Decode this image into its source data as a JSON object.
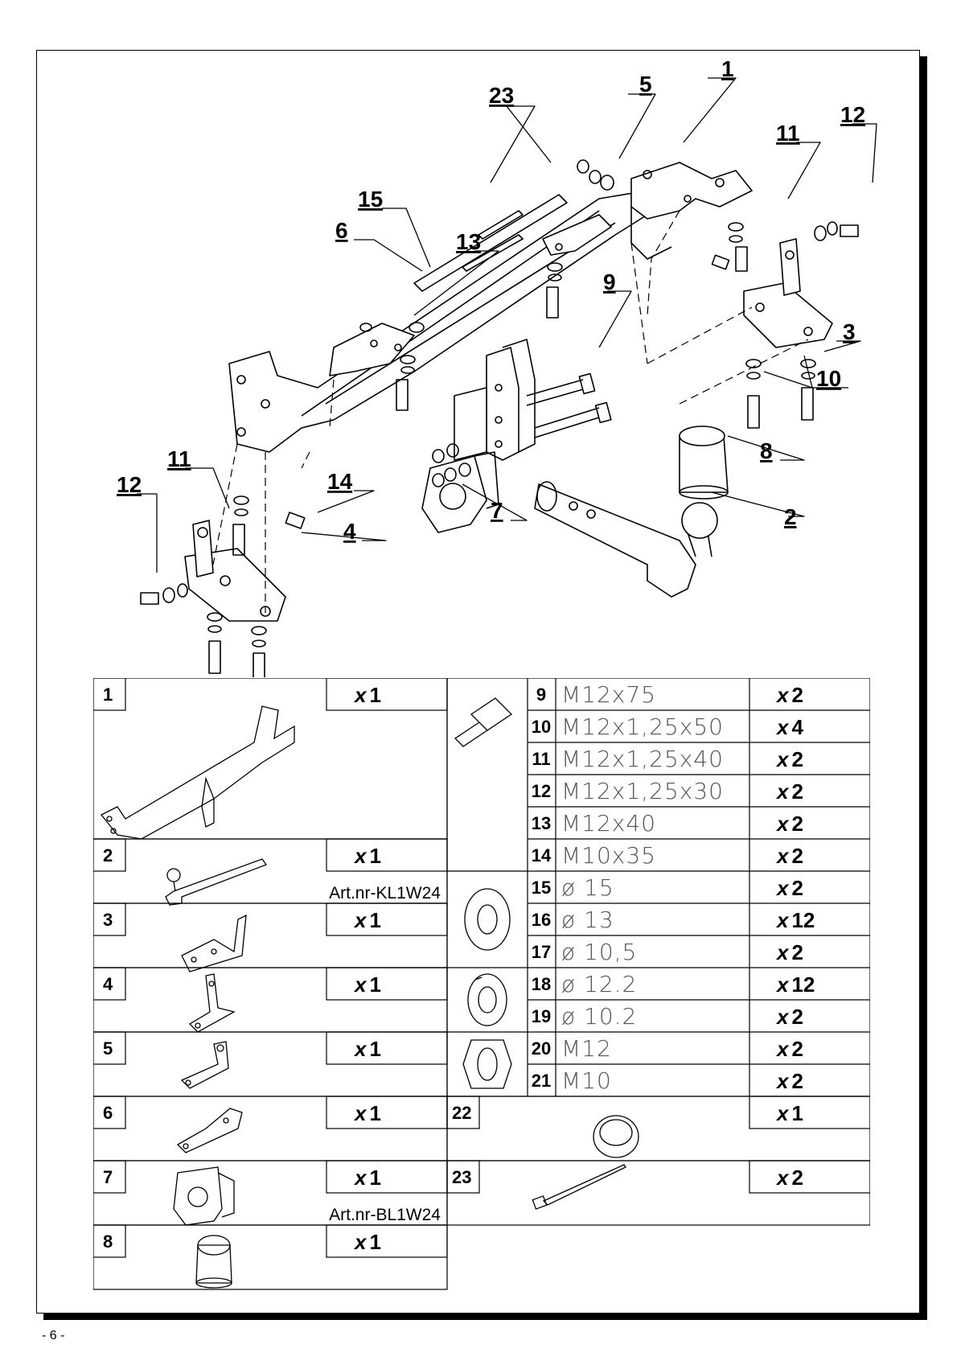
{
  "page_number": "- 6 -",
  "callouts": [
    "1",
    "2",
    "3",
    "4",
    "5",
    "6",
    "7",
    "8",
    "9",
    "10",
    "11",
    "12",
    "13",
    "14",
    "15",
    "23",
    "11",
    "12"
  ],
  "parts_left": [
    {
      "num": "1",
      "qty_x": "x",
      "qty_n": "1",
      "art": ""
    },
    {
      "num": "2",
      "qty_x": "x",
      "qty_n": "1",
      "art": "Art.nr-KL1W24"
    },
    {
      "num": "3",
      "qty_x": "x",
      "qty_n": "1",
      "art": ""
    },
    {
      "num": "4",
      "qty_x": "x",
      "qty_n": "1",
      "art": ""
    },
    {
      "num": "5",
      "qty_x": "x",
      "qty_n": "1",
      "art": ""
    },
    {
      "num": "6",
      "qty_x": "x",
      "qty_n": "1",
      "art": ""
    },
    {
      "num": "7",
      "qty_x": "x",
      "qty_n": "1",
      "art": "Art.nr-BL1W24"
    },
    {
      "num": "8",
      "qty_x": "x",
      "qty_n": "1",
      "art": ""
    }
  ],
  "parts_right": [
    {
      "num": "9",
      "spec": "M12x75",
      "qty_x": "x",
      "qty_n": "2"
    },
    {
      "num": "10",
      "spec": "M12x1,25x50",
      "qty_x": "x",
      "qty_n": "4"
    },
    {
      "num": "11",
      "spec": "M12x1,25x40",
      "qty_x": "x",
      "qty_n": "2"
    },
    {
      "num": "12",
      "spec": "M12x1,25x30",
      "qty_x": "x",
      "qty_n": "2"
    },
    {
      "num": "13",
      "spec": "M12x40",
      "qty_x": "x",
      "qty_n": "2"
    },
    {
      "num": "14",
      "spec": "M10x35",
      "qty_x": "x",
      "qty_n": "2"
    },
    {
      "num": "15",
      "spec": "ø 15",
      "qty_x": "x",
      "qty_n": "2"
    },
    {
      "num": "16",
      "spec": "ø 13",
      "qty_x": "x",
      "qty_n": "12"
    },
    {
      "num": "17",
      "spec": "ø 10,5",
      "qty_x": "x",
      "qty_n": "2"
    },
    {
      "num": "18",
      "spec": "ø 12.2",
      "qty_x": "x",
      "qty_n": "12"
    },
    {
      "num": "19",
      "spec": "ø 10.2",
      "qty_x": "x",
      "qty_n": "2"
    },
    {
      "num": "20",
      "spec": "M12",
      "qty_x": "x",
      "qty_n": "2"
    },
    {
      "num": "21",
      "spec": "M10",
      "qty_x": "x",
      "qty_n": "2"
    }
  ],
  "parts_extra": [
    {
      "num": "22",
      "qty_x": "x",
      "qty_n": "1"
    },
    {
      "num": "23",
      "qty_x": "x",
      "qty_n": "2"
    }
  ]
}
